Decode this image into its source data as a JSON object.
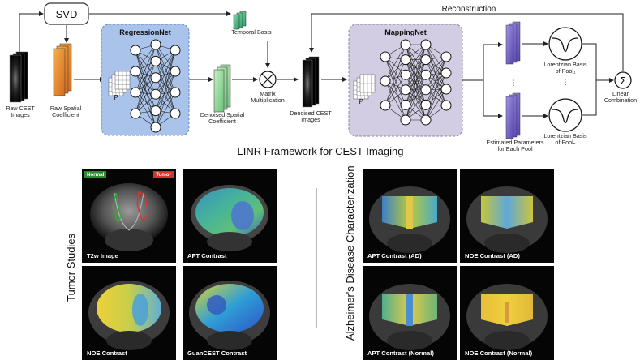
{
  "pipeline": {
    "svd": "SVD",
    "reconstruction": "Reconstruction",
    "temporal_basis": "Temporal Basis",
    "raw_cest": [
      "Raw CEST",
      "Images"
    ],
    "raw_spatial": [
      "Raw Spatial",
      "Coefficient"
    ],
    "regression_net": "RegressionNet",
    "p_label": "P",
    "denoised_spatial": [
      "Denoised Spatial",
      "Coefficient"
    ],
    "matrix_mult": [
      "Matrix",
      "Multiplication"
    ],
    "denoised_cest": [
      "Denoised CEST",
      "Images"
    ],
    "mapping_net": "MappingNet",
    "estimated_params": [
      "Estimated Parameters",
      "for Each Pool"
    ],
    "lorentz_1": [
      "Lorentzian Basis",
      "of Pool₁"
    ],
    "lorentz_n": [
      "Lorentzian Basis",
      "of Poolₙ"
    ],
    "linear_comb": [
      "Linear",
      "Combination"
    ],
    "sum_symbol": "Σ",
    "times_symbol": "⊗",
    "dots": "⋮"
  },
  "framework_title": "LINR Framework for CEST Imaging",
  "tumor": {
    "section_label": "Tumor Studies",
    "normal_tag": "Normal",
    "tumor_tag": "Tumor",
    "panels": [
      "T2w Image",
      "APT Contrast",
      "NOE Contrast",
      "GuanCEST Contrast"
    ]
  },
  "alzheimer": {
    "section_label": "Alzheimer's Disease Characterization",
    "panels": [
      "APT Contrast (AD)",
      "NOE Contrast (AD)",
      "APT Contrast (Normal)",
      "NOE Contrast (Normal)"
    ]
  },
  "colors": {
    "regression_bg": "#a9c3ea",
    "mapping_bg": "#d2cde3",
    "orange": "#e88a2e",
    "green": "#8fd19a",
    "teal": "#4fb88a",
    "purple": "#7a63c4",
    "normal_tag": "#2f8a2f",
    "tumor_tag": "#d8302c"
  }
}
